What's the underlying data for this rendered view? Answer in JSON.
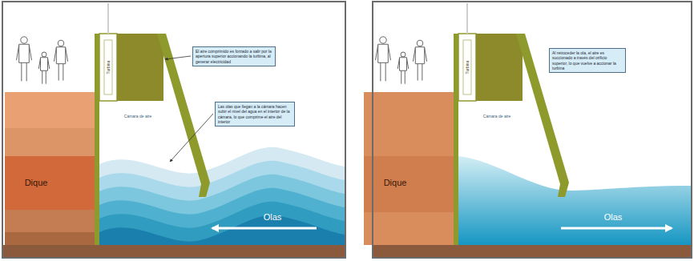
{
  "diagram": {
    "nodes": [
      {
        "text": [
          "El aire comprimido es forzado a salir por la apertura superior accionando la turbina, al generar electricidad"
        ]
      },
      {
        "text": [
          "Las olas que llegan a la cámara hacen subir el nivel del agua en el interior de la cámara, lo que comprime el aire del interior"
        ]
      },
      {
        "text": [
          "Al retroceder la ola, el aire es succionado a través del orificio superior, lo que vuelve a accionar la turbina"
        ]
      }
    ],
    "labels": [
      "Turbina",
      "Cámara de aire",
      "Dique",
      "Olas",
      "Turbina",
      "Cámara de aire",
      "Dique",
      "Olas"
    ]
  }
}
